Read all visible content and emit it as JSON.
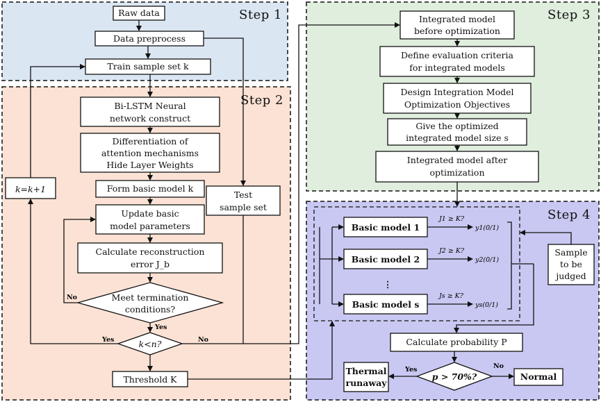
{
  "steps": {
    "step1": "Step 1",
    "step2": "Step 2",
    "step3": "Step 3",
    "step4": "Step 4"
  },
  "step1_nodes": {
    "raw_data": "Raw data",
    "data_preprocess": "Data preprocess",
    "train_sample": "Train sample set k"
  },
  "step2_nodes": {
    "bilstm_l1": "Bi-LSTM Neural",
    "bilstm_l2": "network construct",
    "attention_l1": "Differentiation of",
    "attention_l2": "attention mechanisms",
    "attention_l3": "Hide Layer Weights",
    "form_basic": "Form basic model k",
    "update_l1": "Update basic",
    "update_l2": "model parameters",
    "calc_l1": "Calculate reconstruction",
    "calc_l2": "error J_b",
    "meet_l1": "Meet termination",
    "meet_l2": "conditions?",
    "k_lt_n": "k<n?",
    "k_update": "k=k+1",
    "test_l1": "Test",
    "test_l2": "sample set",
    "threshold": "Threshold K",
    "label_no_meet": "No",
    "label_yes_meet": "Yes",
    "label_yes_k": "Yes",
    "label_no_k": "No"
  },
  "step3_nodes": {
    "integrated_before_l1": "Integrated model",
    "integrated_before_l2": "before optimization",
    "define_l1": "Define evaluation criteria",
    "define_l2": "for integrated models",
    "design_l1": "Design Integration Model",
    "design_l2": "Optimization Objectives",
    "give_l1": "Give the optimized",
    "give_l2": "integrated model size s",
    "integrated_after_l1": "Integrated model after",
    "integrated_after_l2": "optimization"
  },
  "step4_nodes": {
    "basic_model_1": "Basic model 1",
    "basic_model_2": "Basic model 2",
    "basic_model_s": "Basic model s",
    "cond_1": "J1 ≥ K?",
    "cond_2": "J2 ≥ K?",
    "cond_s": "Js ≥ K?",
    "y1": "y1(0/1)",
    "y2": "y2(0/1)",
    "ys": "ys(0/1)",
    "sample_l1": "Sample",
    "sample_l2": "to be",
    "sample_l3": "judged",
    "calc_prob": "Calculate probability P",
    "p_cond": "p > 70%?",
    "thermal_l1": "Thermal",
    "thermal_l2": "runaway",
    "normal": "Normal",
    "label_yes": "Yes",
    "label_no": "No",
    "vdots": "⋮"
  },
  "colors": {
    "step1_bg": "#dbe6f3",
    "step2_bg": "#fbe2d4",
    "step3_bg": "#dfeedd",
    "step4_bg": "#c8c8f2",
    "node_bg": "#ffffff",
    "line": "#111111"
  }
}
